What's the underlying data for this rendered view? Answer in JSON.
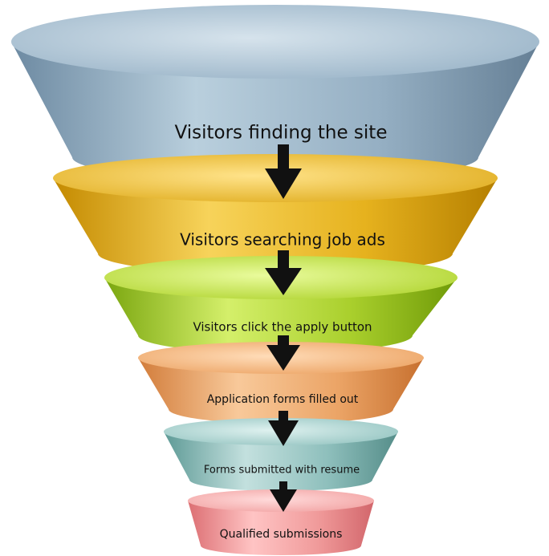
{
  "diagram": {
    "type": "funnel",
    "stages": [
      {
        "label": "Visitors finding the site",
        "color": "#8faabf"
      },
      {
        "label": "Visitors searching job ads",
        "color": "#e6b21e"
      },
      {
        "label": "Visitors click the apply button",
        "color": "#a9cf2c"
      },
      {
        "label": "Application forms filled out",
        "color": "#eba466"
      },
      {
        "label": "Forms submitted with resume",
        "color": "#8ebfbc"
      },
      {
        "label": "Qualified submissions",
        "color": "#f09a9a"
      }
    ],
    "connector": {
      "icon": "arrow-down-icon",
      "color": "#111111"
    }
  }
}
